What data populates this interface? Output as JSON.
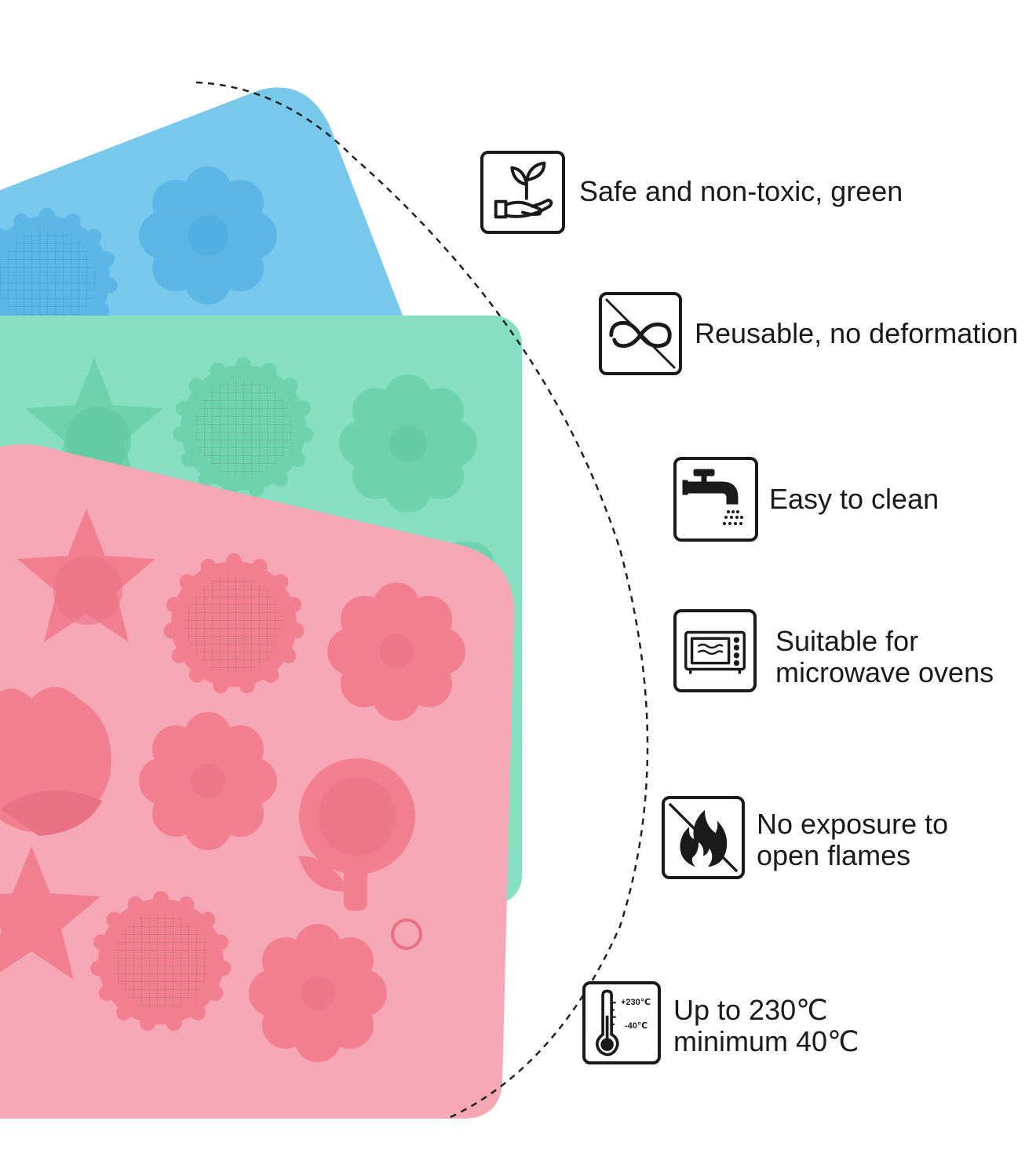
{
  "colors": {
    "tray_blue": "#78c8ec",
    "tray_green": "#86dfc0",
    "tray_pink": "#f6a7b5",
    "cavity_blue": "#5bb6e6",
    "cavity_green": "#6fd2ae",
    "cavity_pink": "#f27f90",
    "icon_stroke": "#1a1a1a"
  },
  "features": [
    {
      "icon": "plant-in-hand-icon",
      "lines": [
        "Safe and non-toxic, green"
      ]
    },
    {
      "icon": "no-deformation-icon",
      "lines": [
        "Reusable, no deformation"
      ]
    },
    {
      "icon": "faucet-icon",
      "lines": [
        "Easy to clean"
      ]
    },
    {
      "icon": "microwave-icon",
      "lines": [
        "Suitable for",
        "microwave ovens"
      ]
    },
    {
      "icon": "no-flame-icon",
      "lines": [
        "No exposure to",
        "open flames"
      ]
    },
    {
      "icon": "thermometer-icon",
      "lines": [
        "Up to 230℃",
        "minimum 40℃"
      ],
      "scale_labels": [
        "+230℃",
        "-40℃"
      ]
    }
  ]
}
